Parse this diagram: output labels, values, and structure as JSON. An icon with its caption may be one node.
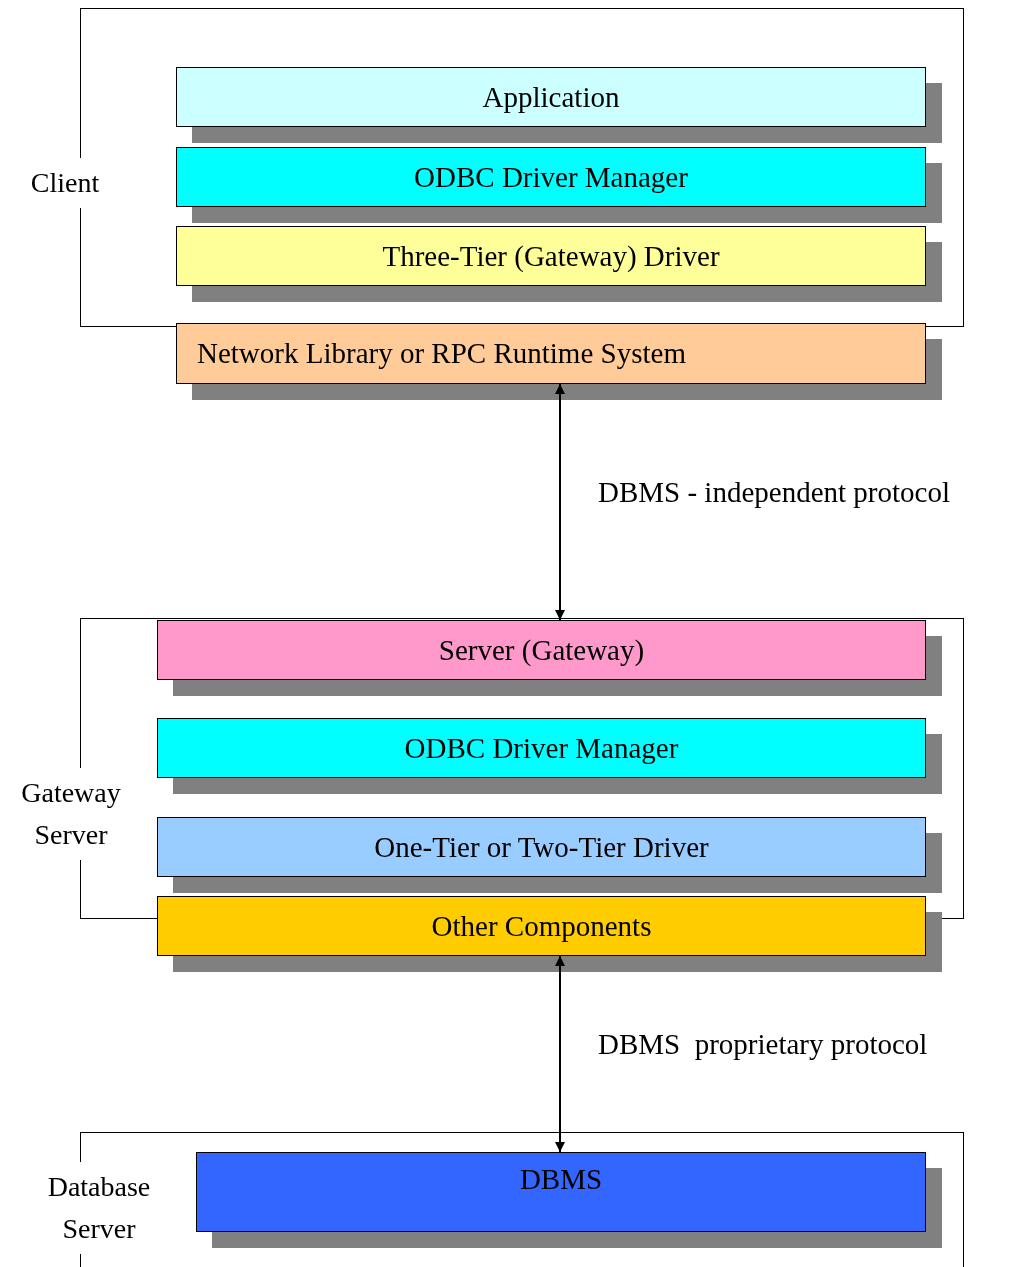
{
  "diagram": {
    "nodes": [
      {
        "text": [
          "Client"
        ]
      },
      {
        "text": [
          "Application"
        ],
        "in": 0
      },
      {
        "text": [
          "ODBC Driver Manager"
        ],
        "in": 0
      },
      {
        "text": [
          "Three-Tier (Gateway) Driver"
        ],
        "in": 0
      },
      {
        "text": [
          "Network Library or RPC Runtime System"
        ]
      },
      {
        "text": [
          "Gateway Server"
        ]
      },
      {
        "text": [
          "Server (Gateway)"
        ],
        "in": 5
      },
      {
        "text": [
          "ODBC Driver Manager"
        ],
        "in": 5
      },
      {
        "text": [
          "One-Tier or Two-Tier Driver"
        ],
        "in": 5
      },
      {
        "text": [
          "Other Components"
        ]
      },
      {
        "text": [
          "Database Server"
        ]
      },
      {
        "text": [
          "DBMS"
        ],
        "in": 10
      }
    ],
    "edges": [
      {
        "from": 4,
        "to": 6,
        "arrow": "both",
        "label": "DBMS - independent protocol"
      },
      {
        "from": 9,
        "to": 11,
        "arrow": "both",
        "label": "DBMS  proprietary protocol"
      }
    ]
  }
}
